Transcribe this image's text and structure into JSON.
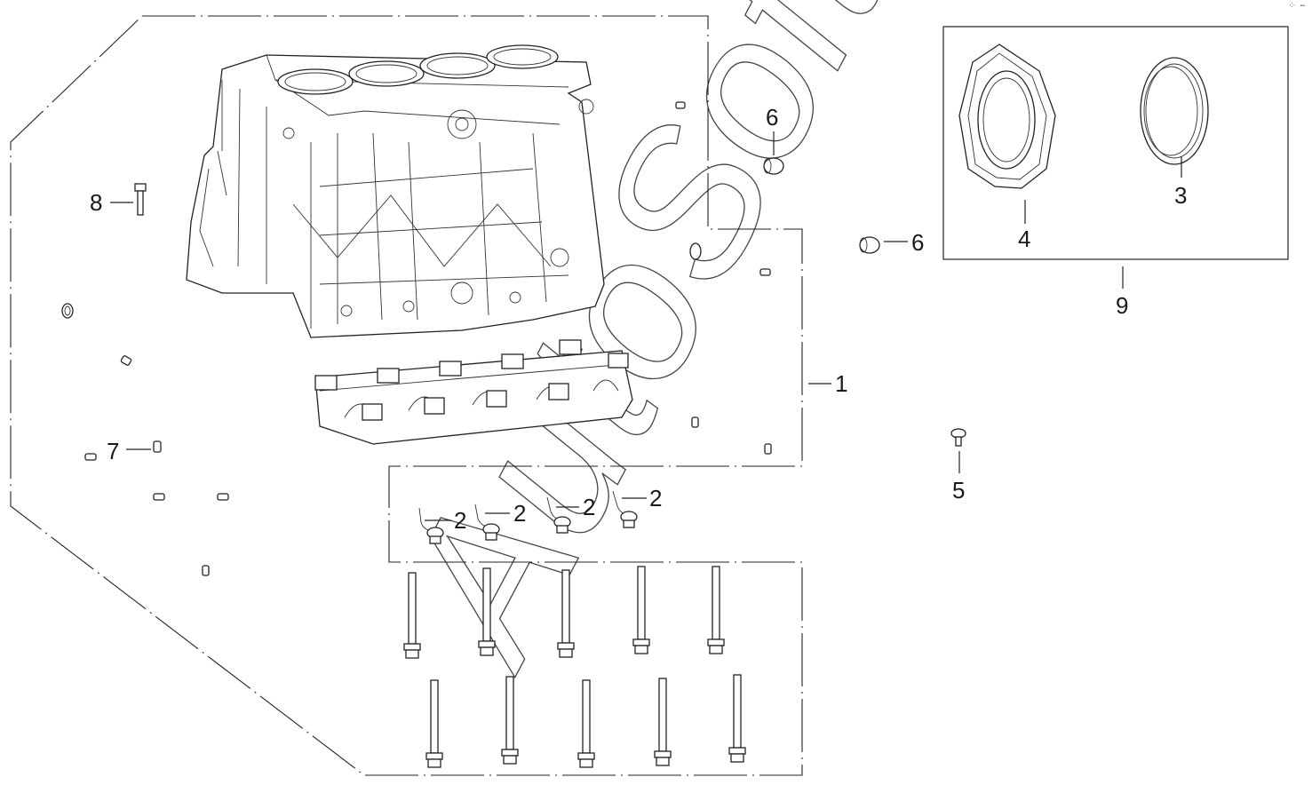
{
  "diagram": {
    "callouts": {
      "c1": "1",
      "c2a": "2",
      "c2b": "2",
      "c2c": "2",
      "c2d": "2",
      "c3": "3",
      "c4": "4",
      "c5": "5",
      "c6a": "6",
      "c6b": "6",
      "c7": "7",
      "c8": "8",
      "c9": "9"
    },
    "watermark": "AutoSoft"
  },
  "corner_menu_icon": "more-options-icon"
}
